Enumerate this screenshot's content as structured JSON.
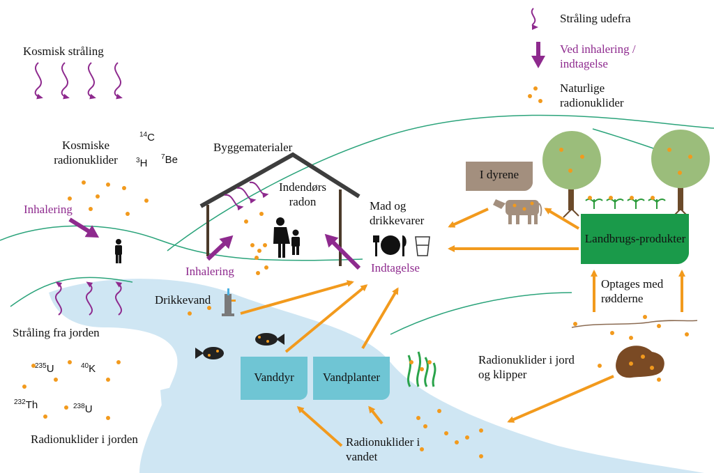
{
  "legend": {
    "external_radiation": "Stråling udefra",
    "inhalation_ingestion": "Ved inhalering / indtagelse",
    "natural_radionuclides": "Naturlige radionuklider"
  },
  "labels": {
    "cosmic_radiation": "Kosmisk stråling",
    "cosmic_radionuclides": "Kosmiske radionuklider",
    "building_materials": "Byggematerialer",
    "indoor_radon": "Indendørs radon",
    "inhalation_left": "Inhalering",
    "inhalation_house": "Inhalering",
    "food_drink": "Mad og drikkevarer",
    "ingestion": "Indtagelse",
    "drinking_water": "Drikkevand",
    "radiation_ground": "Stråling fra jorden",
    "radionuclides_ground": "Radionuklider i jorden",
    "radionuclides_water": "Radionuklider i vandet",
    "radionuclides_soil_rock": "Radionuklider i jord og klipper",
    "root_uptake": "Optages med rødderne"
  },
  "boxes": {
    "in_animals": "I dyrene",
    "agricultural_products": "Landbrugs-produkter",
    "aquatic_animals": "Vanddyr",
    "aquatic_plants": "Vandplanter"
  },
  "isotopes": {
    "c14": {
      "mass": "14",
      "symbol": "C"
    },
    "h3": {
      "mass": "3",
      "symbol": "H"
    },
    "be7": {
      "mass": "7",
      "symbol": "Be"
    },
    "u235": {
      "mass": "235",
      "symbol": "U"
    },
    "k40": {
      "mass": "40",
      "symbol": "K"
    },
    "th232": {
      "mass": "232",
      "symbol": "Th"
    },
    "u238": {
      "mass": "238",
      "symbol": "U"
    }
  },
  "colors": {
    "purple": "#8e2a8e",
    "orange": "#f29a1d",
    "water": "#cfe6f3",
    "teal_box": "#6fc5d4",
    "green_box": "#1a9a4a",
    "animal_box": "#a38f7e",
    "hill_line": "#2aa37a",
    "house": "#4b3a2a"
  },
  "icons": [
    "wavy-arrow-icon",
    "purple-arrow-icon",
    "orange-dots-icon",
    "person-icon",
    "family-icon",
    "fork-plate-knife-icon",
    "glass-icon",
    "tap-icon",
    "fish-icon",
    "cow-icon",
    "tree-icon",
    "seedling-icon",
    "rock-icon",
    "seaweed-icon"
  ]
}
